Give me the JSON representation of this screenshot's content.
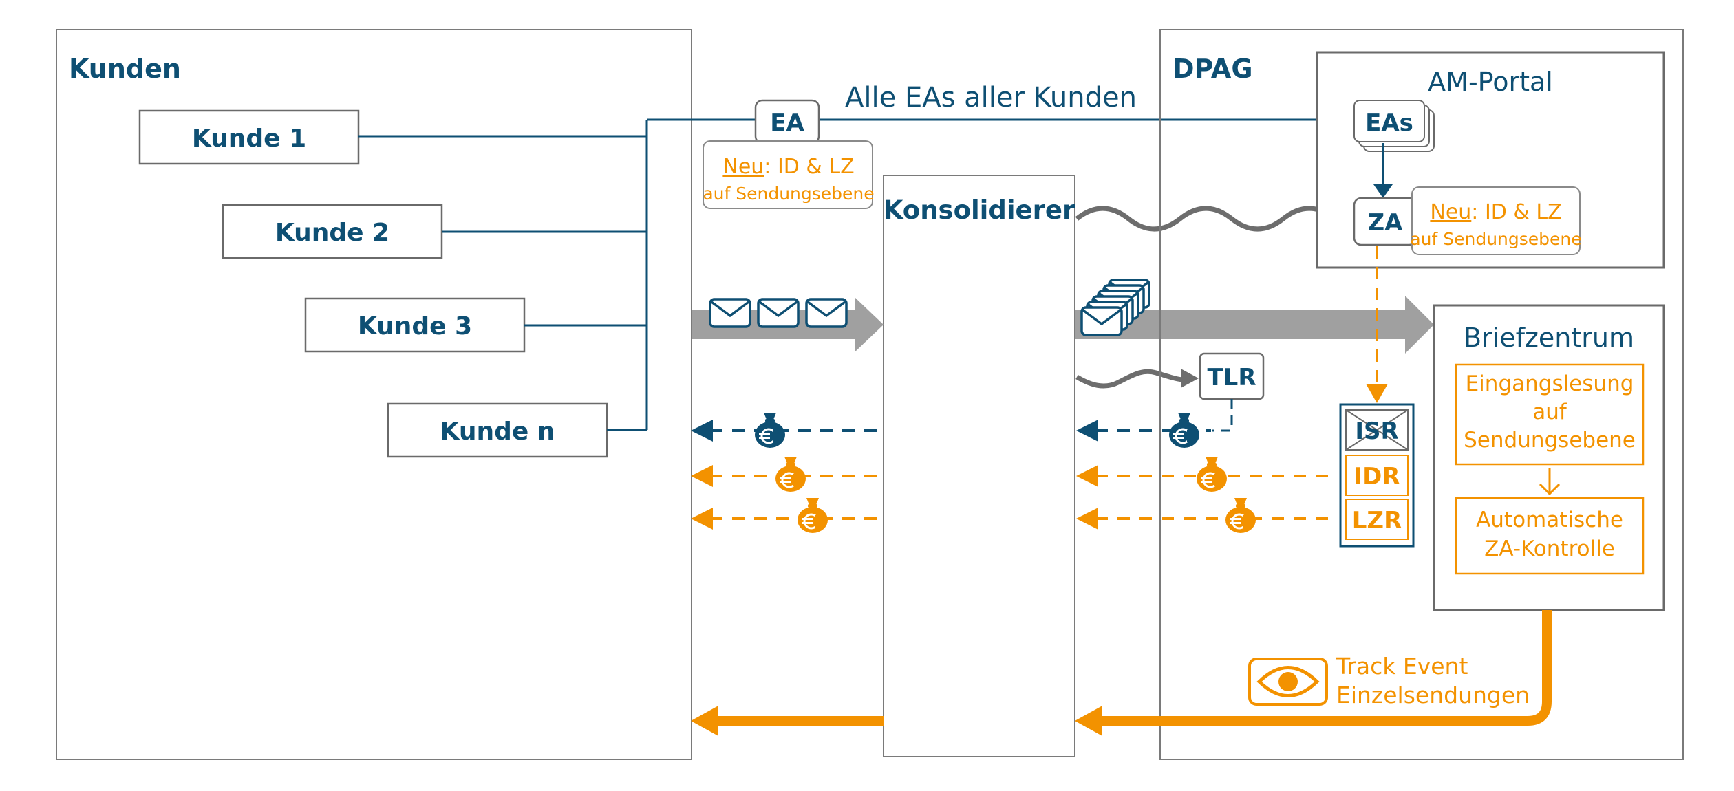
{
  "colors": {
    "blue": "#0e4f73",
    "orange": "#f39200",
    "gray_arrow": "#a0a0a0",
    "gray_wave": "#6d6d6d",
    "border": "#7a7a7a"
  },
  "left_panel": {
    "title": "Kunden",
    "customers": [
      "Kunde 1",
      "Kunde 2",
      "Kunde 3",
      "Kunde n"
    ]
  },
  "middle": {
    "ea_tag": "EA",
    "ea_flow_label": "Alle EAs aller Kunden",
    "note_left": {
      "neu": "Neu",
      "rest": ": ID & LZ",
      "line2": "auf Sendungsebene"
    },
    "consolidator": "Konsolidierer"
  },
  "right_panel": {
    "title": "DPAG",
    "am_portal": {
      "title": "AM-Portal",
      "eas": "EAs",
      "za": "ZA"
    },
    "note_right": {
      "neu": "Neu",
      "rest": ": ID & LZ",
      "line2": "auf Sendungsebene"
    },
    "tlr": "TLR",
    "reports": {
      "isr": "ISR",
      "idr": "IDR",
      "lzr": "LZR"
    },
    "briefzentrum": {
      "title": "Briefzentrum",
      "step1": [
        "Eingangslesung",
        "auf",
        "Sendungsebene"
      ],
      "step2": [
        "Automatische",
        "ZA-Kontrolle"
      ]
    },
    "track_event": [
      "Track Event",
      "Einzelsendungen"
    ]
  },
  "icons": [
    "envelope-icon",
    "money-bag-euro-icon",
    "eye-icon",
    "stack-of-envelopes-icon"
  ]
}
